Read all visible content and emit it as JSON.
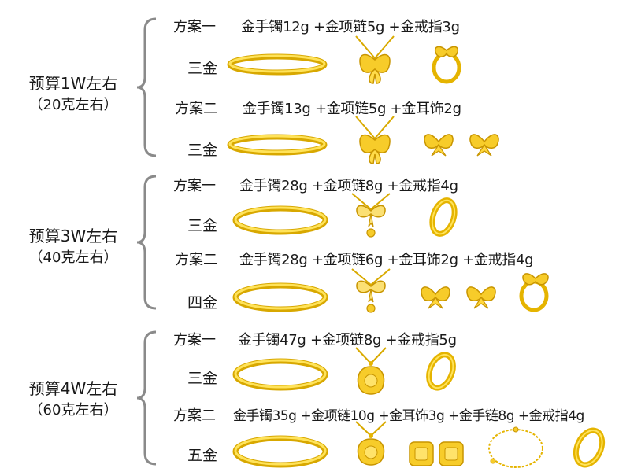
{
  "colors": {
    "gold_light": "#ffe66a",
    "gold": "#f5c518",
    "gold_dark": "#c99700",
    "text": "#1a1a1a"
  },
  "groups": [
    {
      "title": "预算1W左右",
      "subtitle": "（20克左右）",
      "plans": [
        {
          "plan": "方案一",
          "items": "金手镯12g +金项链5g +金戒指3g",
          "set": "三金",
          "icons": [
            "bangle-icon",
            "butterfly-necklace-icon",
            "bow-ring-icon"
          ]
        },
        {
          "plan": "方案二",
          "items": "金手镯13g +金项链5g +金耳饰2g",
          "set": "三金",
          "icons": [
            "bangle-icon",
            "butterfly-necklace-icon",
            "bow-earring-icon",
            "bow-earring-icon"
          ]
        }
      ]
    },
    {
      "title": "预算3W左右",
      "subtitle": "（40克左右）",
      "plans": [
        {
          "plan": "方案一",
          "items": "金手镯28g +金项链8g +金戒指4g",
          "set": "三金",
          "icons": [
            "bangle-icon",
            "bow-necklace-icon",
            "plain-ring-icon"
          ]
        },
        {
          "plan": "方案二",
          "items": "金手镯28g +金项链6g +金耳饰2g +金戒指4g",
          "set": "四金",
          "icons": [
            "bangle-icon",
            "bow-necklace-icon",
            "bow-earring-icon",
            "bow-earring-icon",
            "bow-ring-icon"
          ]
        }
      ]
    },
    {
      "title": "预算4W左右",
      "subtitle": "（60克左右）",
      "plans": [
        {
          "plan": "方案一",
          "items": "金手镯47g +金项链8g +金戒指5g",
          "set": "三金",
          "icons": [
            "bangle-icon",
            "pendant-necklace-icon",
            "plain-ring-icon"
          ]
        },
        {
          "plan": "方案二",
          "items": "金手镯35g +金项链10g +金耳饰3g +金手链8g +金戒指4g",
          "set": "五金",
          "icons": [
            "bangle-icon",
            "pendant-necklace-icon",
            "square-earring-icon",
            "square-earring-icon",
            "bracelet-icon",
            "plain-ring-icon"
          ]
        }
      ]
    }
  ]
}
